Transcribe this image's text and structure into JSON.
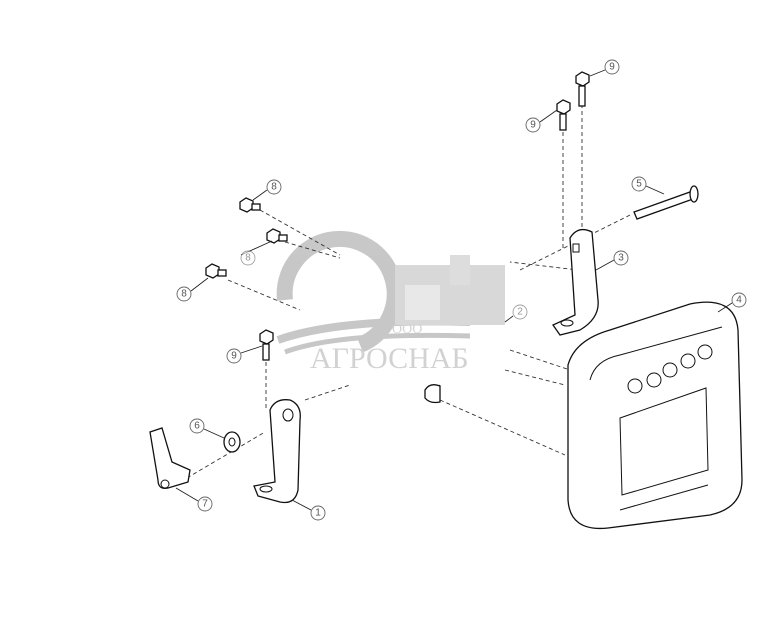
{
  "diagram": {
    "callouts": [
      {
        "id": "bolt-9-top-right",
        "label": "9"
      },
      {
        "id": "bolt-9-top-left",
        "label": "9"
      },
      {
        "id": "pin-5",
        "label": "5"
      },
      {
        "id": "bracket-3",
        "label": "3"
      },
      {
        "id": "display-4",
        "label": "4"
      },
      {
        "id": "clip-2",
        "label": "2"
      },
      {
        "id": "bolt-8-top",
        "label": "8"
      },
      {
        "id": "bolt-8-middle",
        "label": "8"
      },
      {
        "id": "bolt-8-lower",
        "label": "8"
      },
      {
        "id": "bolt-9-left",
        "label": "9"
      },
      {
        "id": "washer-6",
        "label": "6"
      },
      {
        "id": "lever-7",
        "label": "7"
      },
      {
        "id": "bracket-1",
        "label": "1"
      }
    ]
  },
  "watermark": {
    "prefix": "ООО",
    "name": "АГРОСНАБ"
  },
  "colors": {
    "line": "#111111",
    "callout": "#666666",
    "watermark": "#888888"
  }
}
